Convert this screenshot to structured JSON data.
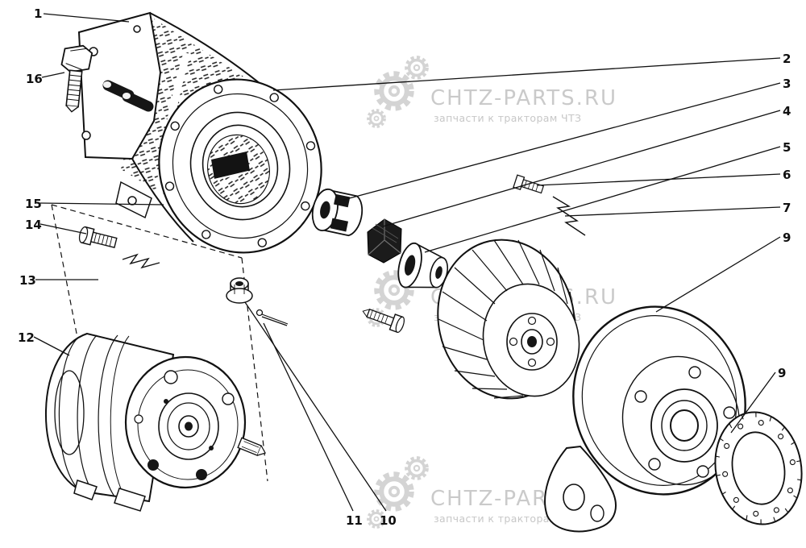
{
  "diagram": {
    "type": "exploded-parts-diagram",
    "subject": "generator-assembly",
    "background_color": "#ffffff",
    "line_color": "#111111",
    "callouts": [
      {
        "label": "1"
      },
      {
        "label": "2"
      },
      {
        "label": "3"
      },
      {
        "label": "4"
      },
      {
        "label": "5"
      },
      {
        "label": "6"
      },
      {
        "label": "7"
      },
      {
        "label": "9"
      },
      {
        "label": "9"
      },
      {
        "label": "10"
      },
      {
        "label": "11"
      },
      {
        "label": "12"
      },
      {
        "label": "13"
      },
      {
        "label": "14"
      },
      {
        "label": "15"
      },
      {
        "label": "16"
      }
    ],
    "watermark": {
      "brand": "CHTZ-PARTS.RU",
      "subtitle": "запчасти к тракторам ЧТЗ",
      "color": "#c6c6c6"
    }
  }
}
